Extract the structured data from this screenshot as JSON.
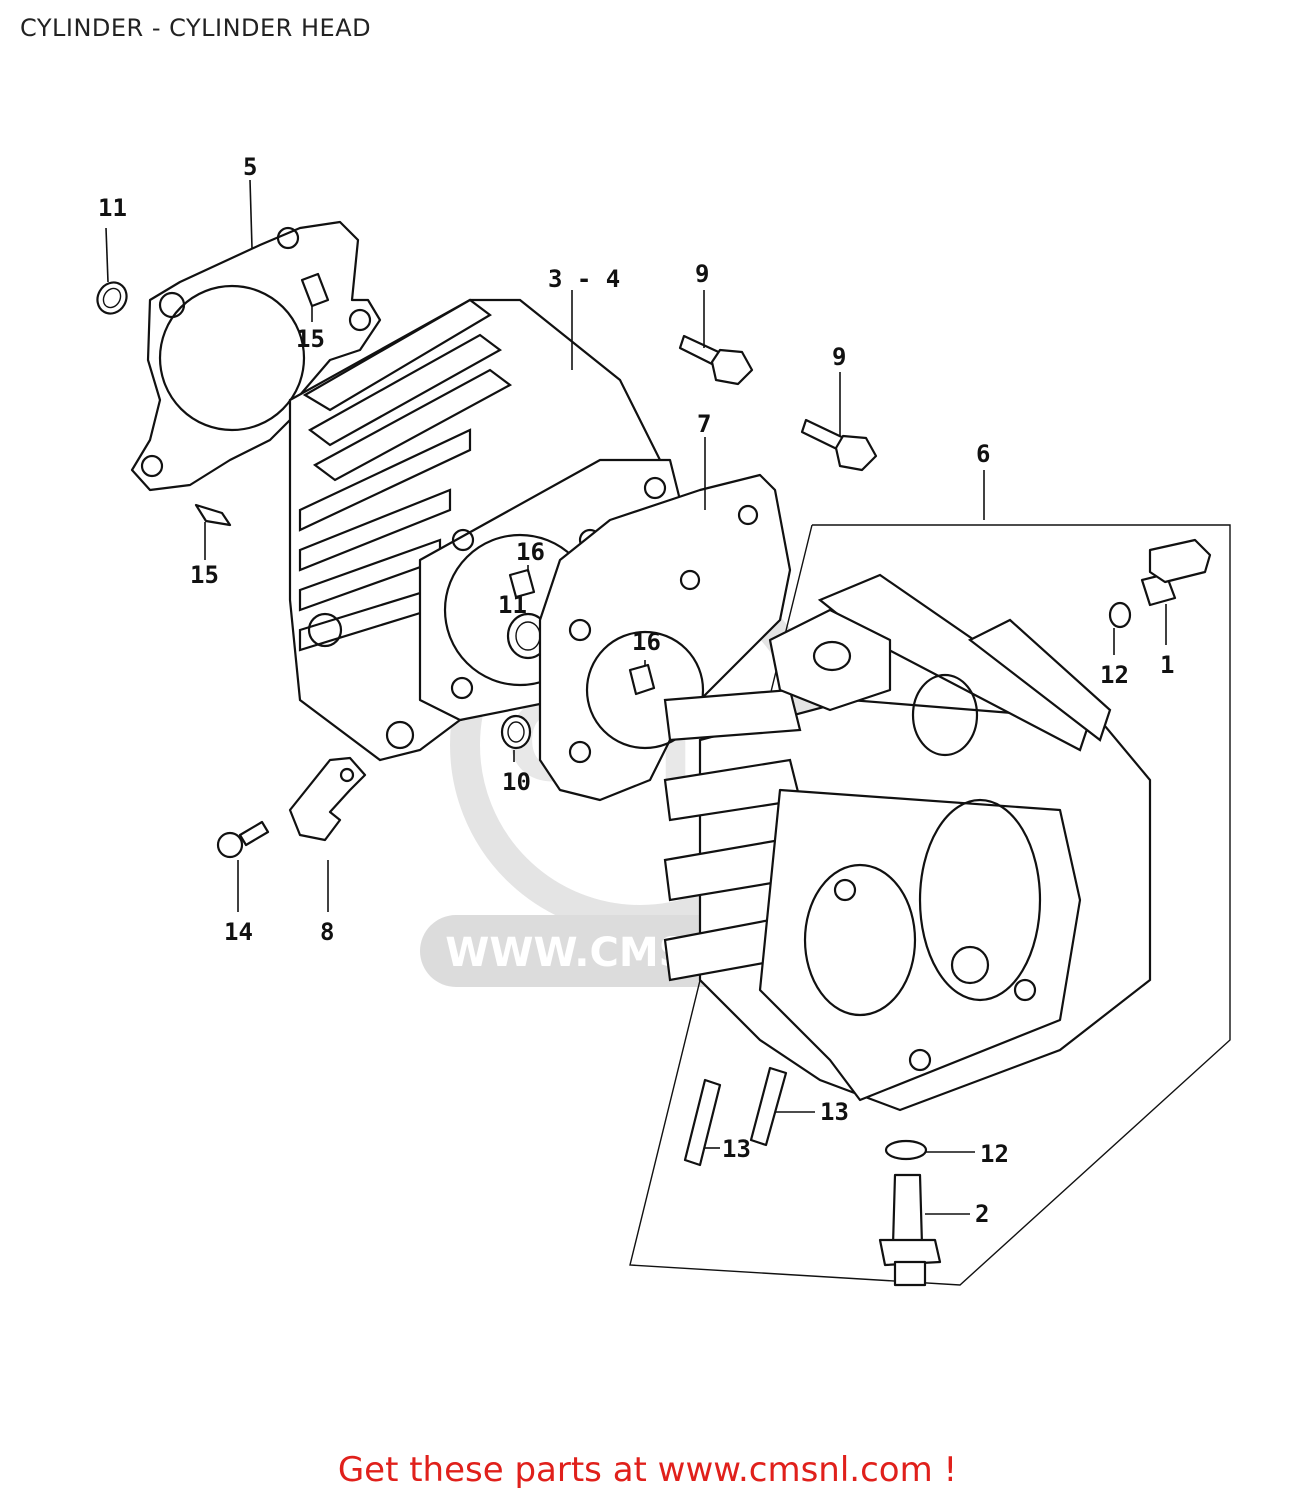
{
  "title": "CYLINDER - CYLINDER HEAD",
  "watermark": {
    "url_text": "WWW.CMSNL.COM",
    "logo_text": "CMS"
  },
  "callouts": {
    "c1": "1",
    "c2": "2",
    "c34": "3 - 4",
    "c5": "5",
    "c6": "6",
    "c7": "7",
    "c8": "8",
    "c9a": "9",
    "c9b": "9",
    "c10": "10",
    "c11a": "11",
    "c11b": "11",
    "c12a": "12",
    "c12b": "12",
    "c13a": "13",
    "c13b": "13",
    "c14": "14",
    "c15a": "15",
    "c15b": "15",
    "c16a": "16",
    "c16b": "16"
  },
  "cta": "Get these parts at www.cmsnl.com !",
  "colors": {
    "cta": "#e0201b",
    "line": "#111111",
    "watermark": "#d9d9d9"
  }
}
